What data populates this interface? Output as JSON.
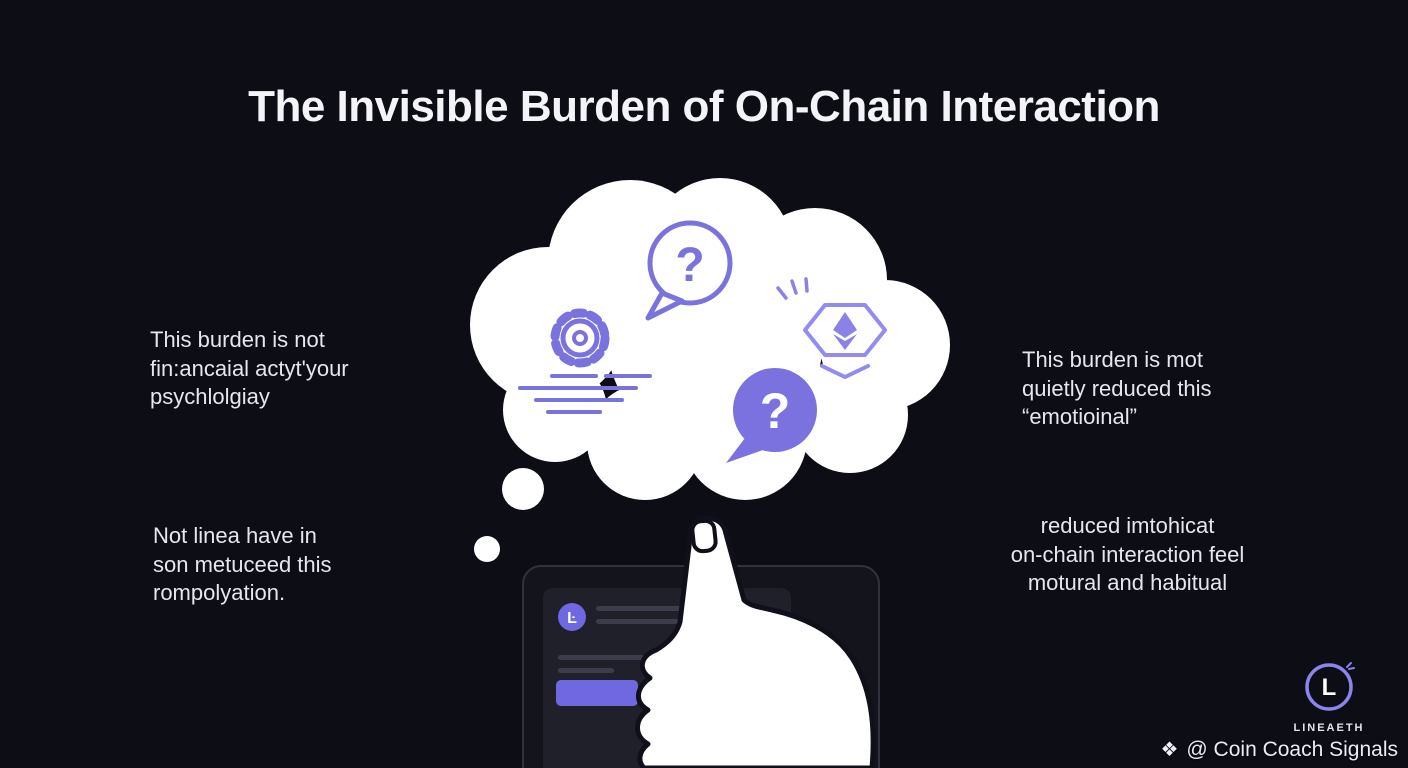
{
  "title": "The Invisible Burden of On-Chain Interaction",
  "text_blocks": {
    "left_top": {
      "lines": [
        "This burden is not",
        "fin:ancaial actyt'your",
        "psychlolgiay"
      ]
    },
    "left_bottom": {
      "lines": [
        "Not linea have in",
        "son metuceed this",
        "rompolyation."
      ]
    },
    "right_top": {
      "lines": [
        "This burden is mot",
        "quietly reduced this",
        "“emotioinal”"
      ]
    },
    "right_bottom": {
      "lines": [
        "reduced imtohicat",
        "on-chain interaction feel",
        "motural and habitual"
      ]
    }
  },
  "cloud_icons": {
    "speech_question_glyph": "?",
    "bubble_question_glyph": "?"
  },
  "screen": {
    "logo_glyph": "Ŀ"
  },
  "footer": {
    "logo_glyph": "L",
    "logo_label": "LINEAETH",
    "credit_icon": "❖",
    "credit": "@ Coin Coach Signals"
  },
  "colors": {
    "background": "#0d0d16",
    "accent_purple": "#7a72dd",
    "bubble_purple": "#7b72e0",
    "light_purple": "#938cf0",
    "cloud_white": "#ffffff",
    "text_light": "#e9e9f2",
    "tablet_body": "#14141d",
    "screen_panel": "#20202b"
  }
}
